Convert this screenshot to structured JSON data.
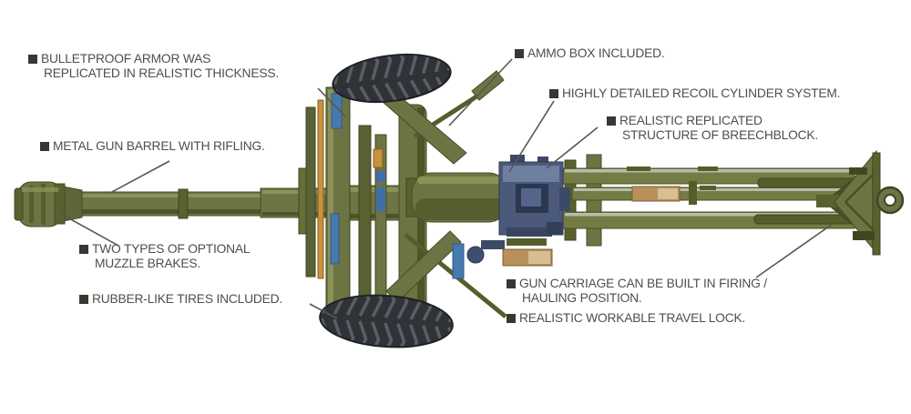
{
  "figure": {
    "subject": "Anti-tank field gun, top view, model-kit feature diagram",
    "background_color": "#ffffff"
  },
  "colors": {
    "olive": "#6d7443",
    "olive_light": "#8b9257",
    "olive_dark": "#4a511f",
    "tire_rubber": "#2f3337",
    "tire_tread": "#5a5f65",
    "breech_blue": "#4b5a7a",
    "steel_blue": "#4879ad",
    "ramrod_orange": "#c8923c",
    "ammo_tan": "#b8905a",
    "leader_line": "#5a564f",
    "text": "#514e49",
    "bullet": "#3a3733"
  },
  "callouts": {
    "bulletproof": {
      "line1": "BULLETPROOF ARMOR WAS",
      "line2": "REPLICATED IN REALISTIC THICKNESS."
    },
    "ammo": {
      "line1": "AMMO BOX INCLUDED."
    },
    "recoil": {
      "line1": "HIGHLY DETAILED RECOIL CYLINDER SYSTEM."
    },
    "breechblock": {
      "line1": "REALISTIC REPLICATED",
      "line2": "STRUCTURE OF BREECHBLOCK."
    },
    "barrel": {
      "line1": "METAL GUN BARREL WITH RIFLING."
    },
    "muzzle": {
      "line1": "TWO TYPES OF OPTIONAL",
      "line2": "MUZZLE BRAKES."
    },
    "tires": {
      "line1": "RUBBER-LIKE TIRES INCLUDED."
    },
    "carriage": {
      "line1": "GUN CARRIAGE CAN BE BUILT IN FIRING /",
      "line2": "HAULING POSITION."
    },
    "travel_lock": {
      "line1": "REALISTIC WORKABLE TRAVEL LOCK."
    }
  }
}
